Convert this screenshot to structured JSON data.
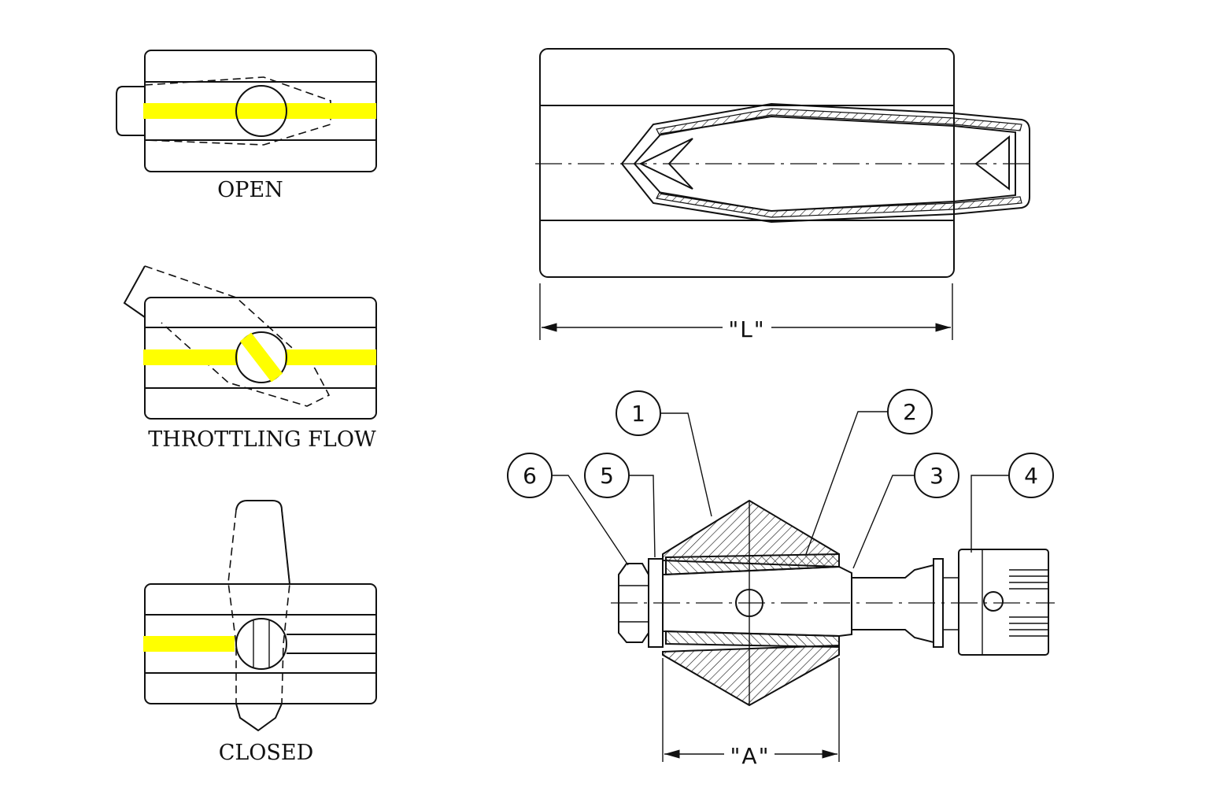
{
  "states": {
    "open": "OPEN",
    "throttling": "THROTTLING FLOW",
    "closed": "CLOSED"
  },
  "dimensions": {
    "length": "\"L\"",
    "across": "\"A\""
  },
  "callouts": [
    "1",
    "2",
    "3",
    "4",
    "5",
    "6"
  ],
  "colors": {
    "flow_highlight": "#ffff00",
    "line": "#111111"
  }
}
